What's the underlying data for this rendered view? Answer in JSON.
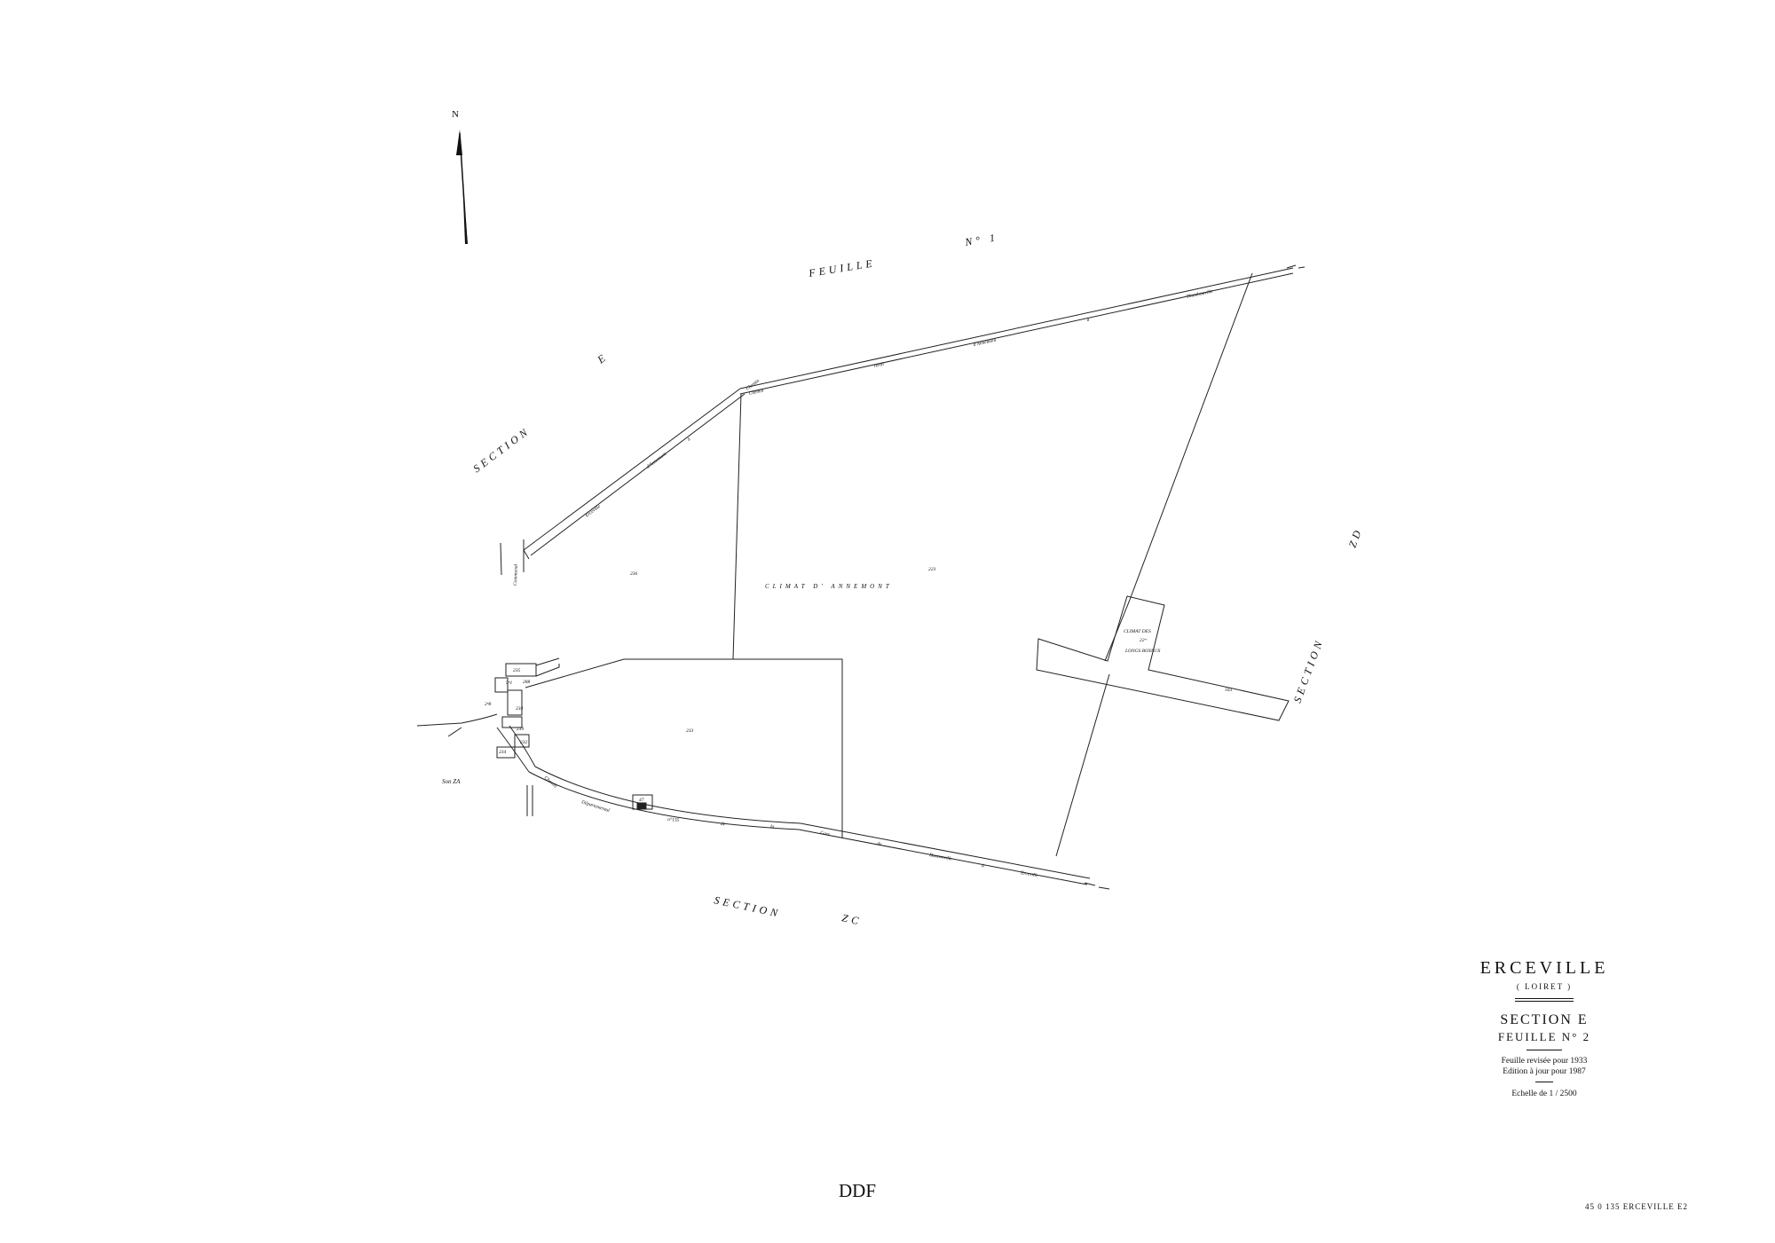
{
  "map": {
    "north_label": "N",
    "sheet_label": "FEUILLE",
    "sheet_number_top": "N° 1",
    "section_e_label": "SECTION",
    "section_e_letter": "E",
    "section_zd_label": "SECTION",
    "section_zd_letter": "ZD",
    "section_zc_label": "SECTION",
    "section_zc_letter": "ZC",
    "section_za_label": "Son ZA",
    "lieu_dit_main": "CLIMAT D' ANNEMONT",
    "lieu_dit_small_line1": "CLIMAT DES",
    "lieu_dit_small_line2": "22ᵉˢ",
    "lieu_dit_small_line3": "LONGS BOYAUX",
    "parcels": {
      "p236": "236",
      "p223": "223",
      "p233": "233",
      "p163": "163",
      "p235": "235",
      "p288": "288",
      "p234": "234",
      "p239": "239",
      "p232": "232",
      "p47": "47",
      "p5": "5ⁿ1",
      "p2": "2ⁿ8"
    },
    "road_north": [
      "Chemin",
      "rural",
      "d'Annemont",
      "à",
      "Thionbouville"
    ],
    "road_diag": [
      "Chemin",
      "rural",
      "d'Annemont",
      "à",
      "Erceville"
    ],
    "road_south": [
      "Chemin",
      "Départemental",
      "n°135",
      "de",
      "la",
      "Gare",
      "de",
      "Bouzonville",
      "à",
      "Erceville"
    ],
    "road_west": [
      "Chemin",
      "Communal"
    ]
  },
  "cartouche": {
    "town": "ERCEVILLE",
    "department": "( LOIRET )",
    "section": "SECTION E",
    "sheet": "FEUILLE N° 2",
    "revision_note": "Feuille revisée pour 1933",
    "edition_note": "Edition à jour pour 1987",
    "scale": "Echelle de 1 / 2500"
  },
  "footer": {
    "ddf": "DDF",
    "reference": "45 0 135 ERCEVILLE E2"
  }
}
